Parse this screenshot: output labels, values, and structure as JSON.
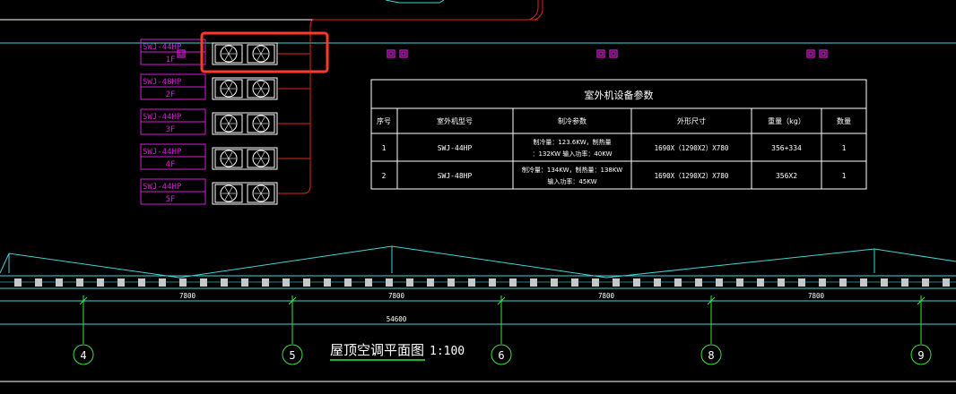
{
  "colors": {
    "background": "#000000",
    "cyan": "#3fd6d6",
    "red": "#e2241c",
    "magenta": "#d61bd6",
    "green": "#3ee23e",
    "white": "#ffffff",
    "highlight": "#ff3a2a"
  },
  "unit_labels": [
    {
      "model": "SWJ-44HP",
      "floor": "1F"
    },
    {
      "model": "SWJ-48HP",
      "floor": "2F"
    },
    {
      "model": "SWJ-44HP",
      "floor": "3F"
    },
    {
      "model": "SWJ-44HP",
      "floor": "4F"
    },
    {
      "model": "SWJ-44HP",
      "floor": "5F"
    }
  ],
  "spec_table": {
    "title": "室外机设备参数",
    "headers": [
      "序号",
      "室外机型号",
      "制冷参数",
      "外形尺寸",
      "重量（kg）",
      "数量"
    ],
    "rows": [
      {
        "no": "1",
        "model": "SWJ-44HP",
        "params_line1": "制冷量：123.6KW，制热量",
        "params_line2": "：132KW  输入功率：40KW",
        "size": "1690X（1290X2）X780",
        "weight": "356+334",
        "qty": "1"
      },
      {
        "no": "2",
        "model": "SWJ-48HP",
        "params_line1": "制冷量：134KW，制热量：138KW",
        "params_line2": "输入功率：45KW",
        "size": "1690X（1290X2）X780",
        "weight": "356X2",
        "qty": "1"
      }
    ]
  },
  "dimensions": {
    "spans": [
      "7800",
      "7800",
      "7800",
      "7800"
    ],
    "total": "54600"
  },
  "grid_axes": [
    "4",
    "5",
    "6",
    "8",
    "9"
  ],
  "drawing_title": "屋顶空调平面图",
  "drawing_scale": "1:100"
}
